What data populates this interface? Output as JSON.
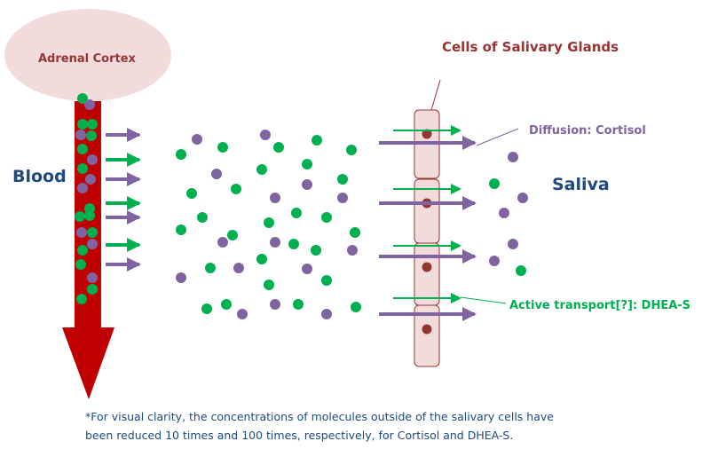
{
  "labels": {
    "adrenal_cortex": "Adrenal Cortex",
    "cells_of_salivary_glands": "Cells of Salivary Glands",
    "blood": "Blood",
    "saliva": "Saliva",
    "diffusion": "Diffusion: Cortisol",
    "active_transport": "Active transport[?]: DHEA-S"
  },
  "footnote": {
    "line1": "*For visual clarity, the concentrations of molecules outside of the salivary cells have",
    "line2": "been reduced 10 times and 100 times, respectively, for Cortisol and DHEA-S."
  },
  "colors": {
    "cortisol": "#8064a2",
    "dhea_s": "#00b050",
    "blood_vessel": "#c00000",
    "gland_fill": "#f2dcdb",
    "gland_border": "#943634",
    "nucleus": "#943634",
    "title_text": "#943634",
    "region_text": "#1f497d"
  },
  "legend": [
    {
      "molecule": "Cortisol",
      "color_key": "cortisol",
      "mechanism": "Diffusion"
    },
    {
      "molecule": "DHEA-S",
      "color_key": "dhea_s",
      "mechanism": "Active transport[?]"
    }
  ],
  "concentration_reduction_outside_cells": {
    "Cortisol": 10,
    "DHEA-S": 100
  },
  "salivary_cell_count": 4
}
